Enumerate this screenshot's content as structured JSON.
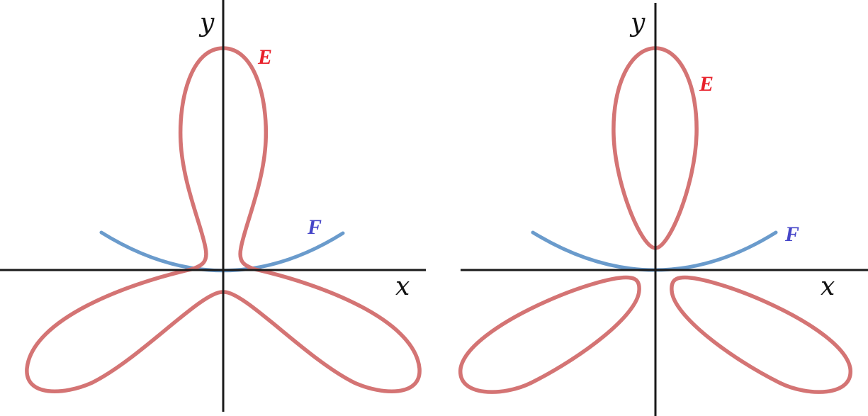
{
  "panels": [
    {
      "x_label": "x",
      "y_label": "y",
      "curve_e_label": "E",
      "curve_f_label": "F"
    },
    {
      "x_label": "x",
      "y_label": "y",
      "curve_e_label": "E",
      "curve_f_label": "F"
    }
  ],
  "colors": {
    "curve_e": "#d47474",
    "curve_f": "#6a9bcc",
    "label_e": "#e8202a",
    "label_f": "#4646c8",
    "axis": "#1a1a1a"
  }
}
